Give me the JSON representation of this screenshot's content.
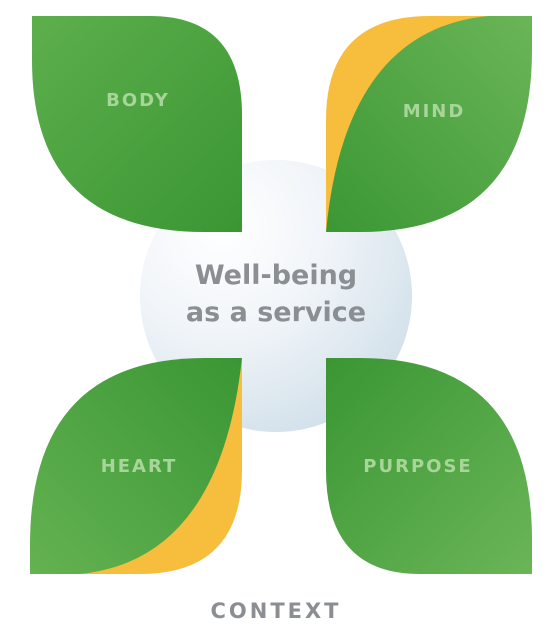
{
  "diagram": {
    "center": {
      "line1": "Well-being",
      "line2": "as a service"
    },
    "petals": [
      {
        "label": "BODY",
        "accent": false
      },
      {
        "label": "MIND",
        "accent": true
      },
      {
        "label": "HEART",
        "accent": true
      },
      {
        "label": "PURPOSE",
        "accent": false
      }
    ],
    "footer": "CONTEXT"
  },
  "colors": {
    "leaf_dark": "#3d9934",
    "leaf_light": "#67b354",
    "accent_yellow": "#f7bd3c",
    "label": "#a7d59a",
    "text_gray": "#8b8f93",
    "circle_light": "#f5f8fb",
    "circle_dark": "#d2e1eb"
  }
}
